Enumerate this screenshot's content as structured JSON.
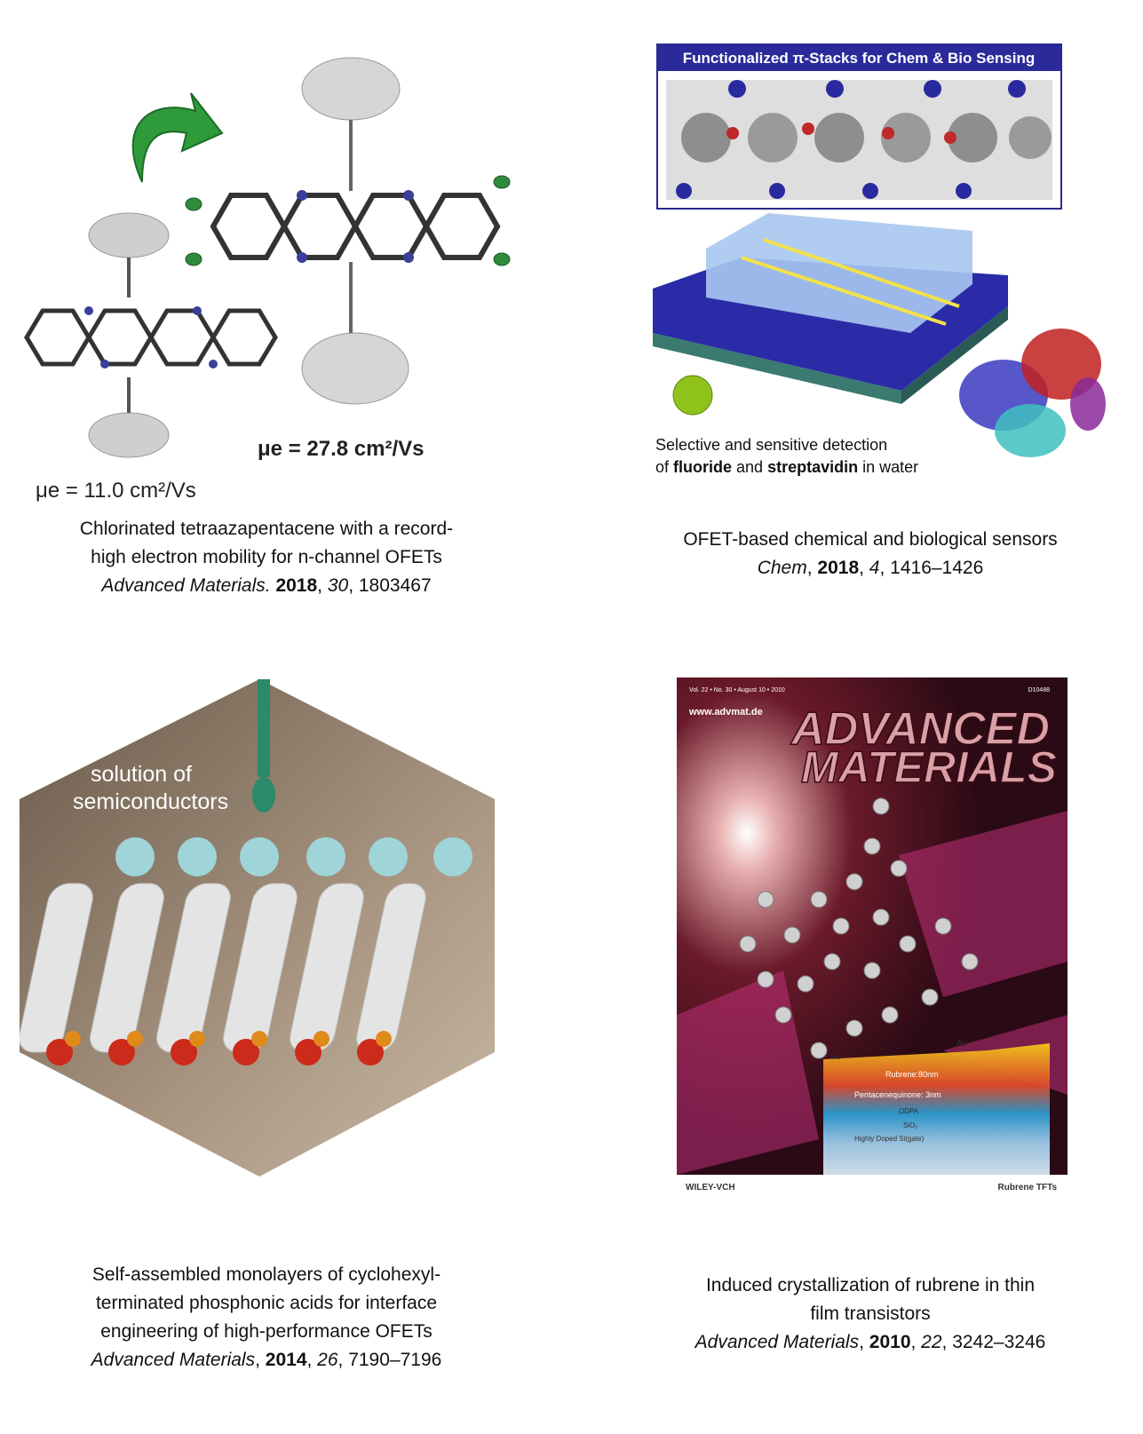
{
  "panels": [
    {
      "figure": {
        "mobility_left": "μe = 11.0 cm²/Vs",
        "mobility_right": "μe = 27.8 cm²/Vs"
      },
      "caption_lines": [
        "Chlorinated tetraazapentacene with a record-",
        "high electron mobility for n-channel OFETs"
      ],
      "citation": {
        "journal": "Advanced Materials.",
        "year": "2018",
        "volume": "30",
        "pages": "1803467"
      }
    },
    {
      "figure": {
        "banner": "Functionalized π-Stacks for Chem & Bio Sensing",
        "detection_line1": "Selective and sensitive detection",
        "detection_prefix": "of ",
        "detection_word1": "fluoride",
        "detection_mid": " and ",
        "detection_word2": "streptavidin",
        "detection_suffix": " in water"
      },
      "caption_lines": [
        "OFET-based chemical and biological sensors"
      ],
      "citation": {
        "journal": "Chem",
        "year": "2018",
        "volume": "4",
        "pages": "1416–1426"
      }
    },
    {
      "figure": {
        "label_line1": "solution of",
        "label_line2": "semiconductors"
      },
      "caption_lines": [
        "Self-assembled monolayers of cyclohexyl-",
        "terminated phosphonic acids for interface",
        "engineering of high-performance OFETs"
      ],
      "citation": {
        "journal": "Advanced Materials",
        "year": "2014",
        "volume": "26",
        "pages": "7190–7196"
      }
    },
    {
      "figure": {
        "issue_info": "Vol. 22 • No. 30 • August 10 • 2010",
        "code": "D10488",
        "website": "www.advmat.de",
        "title_line1": "ADVANCED",
        "title_line2": "MATERIALS",
        "layers": [
          "Au",
          "Au",
          "Rubrene:80nm",
          "Pentacenequinone: 3nm",
          "ODPA",
          "SiO₂",
          "Highly Doped Si(gate)"
        ],
        "publisher": "WILEY-VCH",
        "footer_right": "Rubrene TFTs"
      },
      "caption_lines": [
        "Induced crystallization of rubrene in thin",
        "film transistors"
      ],
      "citation": {
        "journal": "Advanced Materials",
        "year": "2010",
        "volume": "22",
        "pages": "3242–3246"
      }
    }
  ]
}
